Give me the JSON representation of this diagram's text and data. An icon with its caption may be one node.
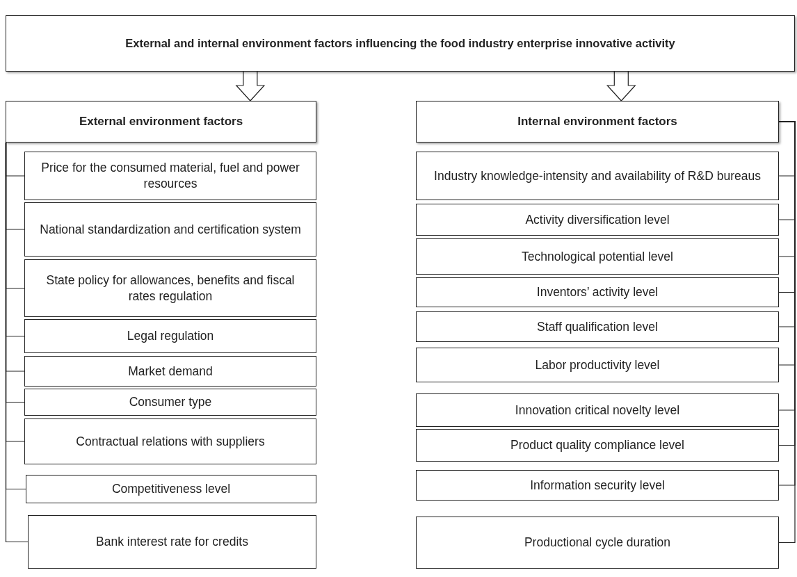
{
  "diagram": {
    "nodes": [
      {
        "text": [
          "External and internal environment factors influencing the food industry enterprise innovative activity"
        ]
      },
      {
        "text": [
          "External environment factors"
        ]
      },
      {
        "text": [
          "Internal environment factors"
        ]
      },
      {
        "text": [
          "Price for the consumed material, fuel and power resources"
        ]
      },
      {
        "text": [
          "National standardization and certification system"
        ]
      },
      {
        "text": [
          "State policy for allowances, benefits and fiscal rates regulation"
        ]
      },
      {
        "text": [
          "Legal regulation"
        ]
      },
      {
        "text": [
          "Market demand"
        ]
      },
      {
        "text": [
          "Consumer type"
        ]
      },
      {
        "text": [
          "Contractual relations with suppliers"
        ]
      },
      {
        "text": [
          "Competitiveness level"
        ]
      },
      {
        "text": [
          "Bank interest rate for credits"
        ]
      },
      {
        "text": [
          "Industry knowledge-intensity and availability of R&D bureaus"
        ]
      },
      {
        "text": [
          "Activity diversification level"
        ]
      },
      {
        "text": [
          "Technological potential level"
        ]
      },
      {
        "text": [
          "Inventors’ activity level"
        ]
      },
      {
        "text": [
          "Staff qualification level"
        ]
      },
      {
        "text": [
          "Labor productivity level"
        ]
      },
      {
        "text": [
          "Innovation critical novelty level"
        ]
      },
      {
        "text": [
          "Product quality compliance level"
        ]
      },
      {
        "text": [
          "Information security level"
        ]
      },
      {
        "text": [
          "Productional cycle duration"
        ]
      }
    ],
    "edges": [
      {
        "from": 0,
        "to": 1,
        "arrow": "to"
      },
      {
        "from": 0,
        "to": 2,
        "arrow": "to"
      },
      {
        "from": 1,
        "to": 3,
        "arrow": "none"
      },
      {
        "from": 1,
        "to": 4,
        "arrow": "none"
      },
      {
        "from": 1,
        "to": 5,
        "arrow": "none"
      },
      {
        "from": 1,
        "to": 6,
        "arrow": "none"
      },
      {
        "from": 1,
        "to": 7,
        "arrow": "none"
      },
      {
        "from": 1,
        "to": 8,
        "arrow": "none"
      },
      {
        "from": 1,
        "to": 9,
        "arrow": "none"
      },
      {
        "from": 1,
        "to": 10,
        "arrow": "none"
      },
      {
        "from": 1,
        "to": 11,
        "arrow": "none"
      },
      {
        "from": 2,
        "to": 12,
        "arrow": "none"
      },
      {
        "from": 2,
        "to": 13,
        "arrow": "none"
      },
      {
        "from": 2,
        "to": 14,
        "arrow": "none"
      },
      {
        "from": 2,
        "to": 15,
        "arrow": "none"
      },
      {
        "from": 2,
        "to": 16,
        "arrow": "none"
      },
      {
        "from": 2,
        "to": 17,
        "arrow": "none"
      },
      {
        "from": 2,
        "to": 18,
        "arrow": "none"
      },
      {
        "from": 2,
        "to": 19,
        "arrow": "none"
      },
      {
        "from": 2,
        "to": 20,
        "arrow": "none"
      },
      {
        "from": 2,
        "to": 21,
        "arrow": "none"
      }
    ]
  }
}
